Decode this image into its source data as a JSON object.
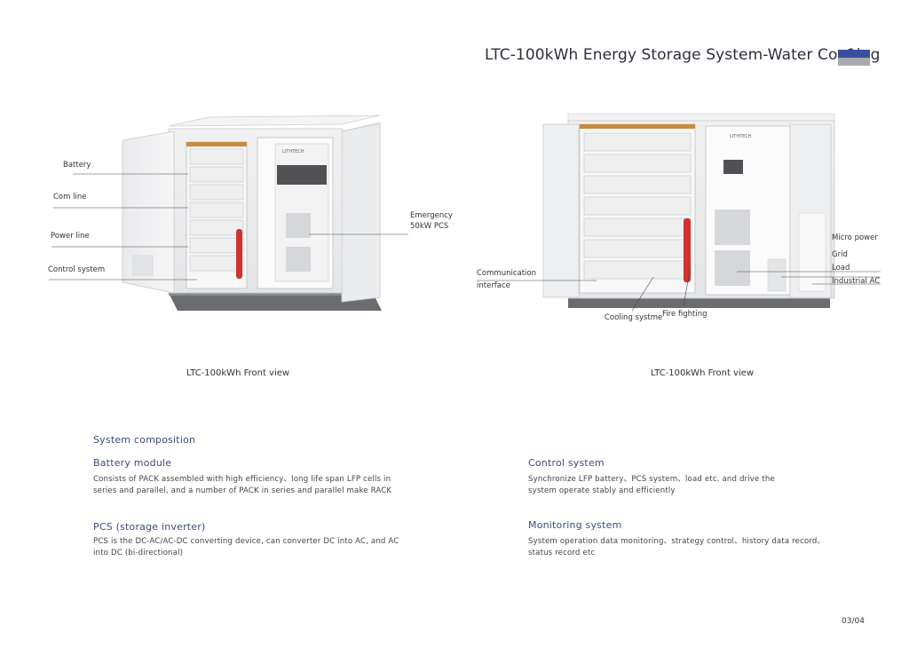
{
  "header": {
    "title": "LTC-100kWh Energy Storage System-Water Coo1ing",
    "accent_colors": {
      "blue": "#3c4e9a",
      "gray": "#a9a9b0"
    }
  },
  "left_figure": {
    "labels": {
      "battery": "Battery",
      "com_line": "Com line",
      "power_line": "Power line",
      "control_system": "Control system",
      "emergency_line1": "Emergency",
      "emergency_line2": "50kW PCS"
    },
    "brand": "LITHTECH",
    "caption": "LTC-100kWh Front view"
  },
  "right_figure": {
    "labels": {
      "micro_power": "Micro power",
      "grid": "Grid",
      "load": "Load",
      "industrial_ac": "Industrial AC",
      "communication_line1": "Communication",
      "communication_line2": "interface",
      "cooling_system": "Cooling systme",
      "fire_fighting": "Fire fighting"
    },
    "brand": "LITHTECH",
    "caption": "LTC-100kWh Front view"
  },
  "composition": {
    "heading": "System composition",
    "battery_module": {
      "title": "Battery module",
      "line1": "Consists of PACK assembled with high efficiency、long life span LFP cells in",
      "line2": "series and parallel, and a number of PACK in series and parallel make RACK"
    },
    "pcs": {
      "title": "PCS (storage inverter)",
      "line1": "PCS is the DC-AC/AC-DC converting device, can converter DC into AC, and AC",
      "line2": "into DC (bi-directional)"
    },
    "control_system": {
      "title": "Control system",
      "line1": "Synchronize LFP battery、PCS system、load etc. and drive the",
      "line2": "system operate stably and efficiently"
    },
    "monitoring_system": {
      "title": "Monitoring system",
      "line1": "System operation data monitoring、strategy control、history data record、",
      "line2": "status record etc"
    }
  },
  "footer": {
    "page": "03/04"
  }
}
